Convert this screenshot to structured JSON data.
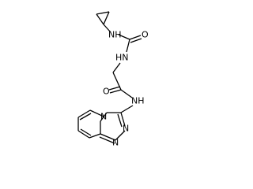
{
  "diagram": {
    "type": "chemical-structure",
    "atom_labels": {
      "amide_nh_top": "NH",
      "urea_oxygen": "O",
      "urea_nh": "HN",
      "amide_oxygen": "O",
      "amide_nh_bottom": "NH",
      "ring_n_bridge": "N",
      "ring_n_lower_a": "N",
      "ring_n_lower_b": "N"
    }
  }
}
